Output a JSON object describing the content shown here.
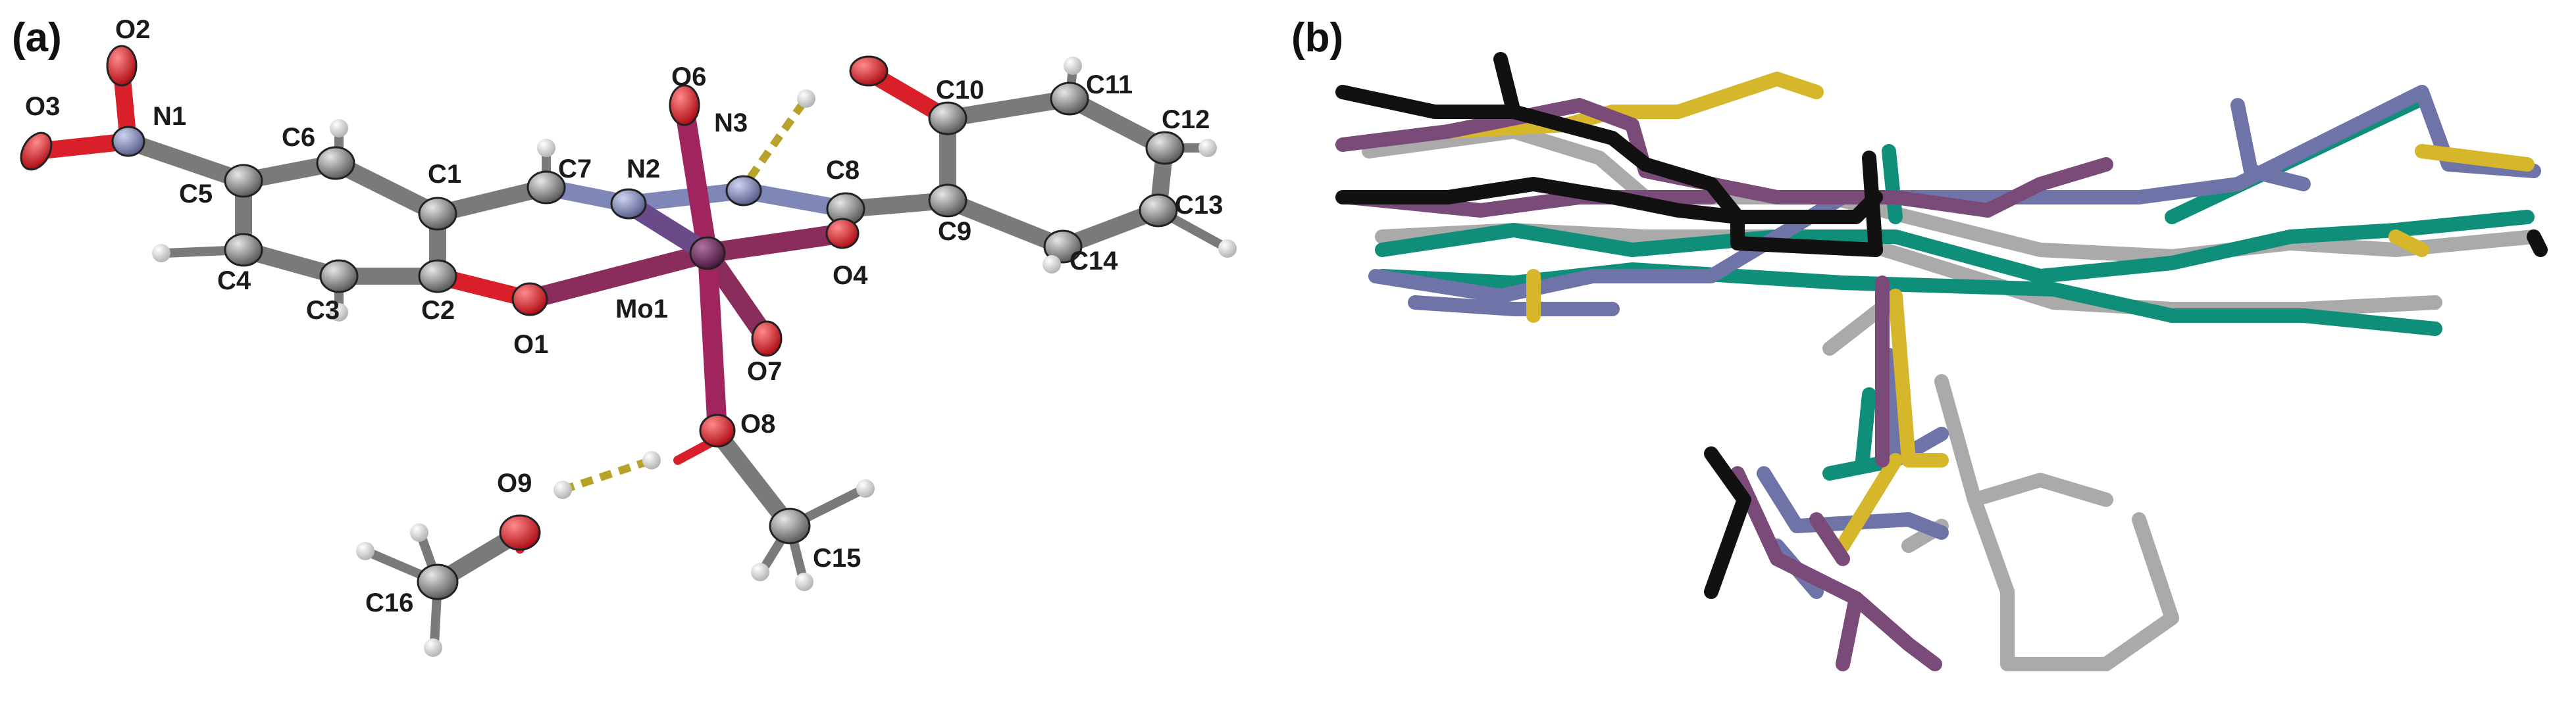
{
  "panels": {
    "a": {
      "label": "(a)"
    },
    "b": {
      "label": "(b)"
    }
  },
  "atom_labels": {
    "O2": "O2",
    "O3": "O3",
    "N1": "N1",
    "C5": "C5",
    "C6": "C6",
    "C1": "C1",
    "C7": "C7",
    "N2": "N2",
    "O6": "O6",
    "N3": "N3",
    "C8": "C8",
    "C10": "C10",
    "C11": "C11",
    "C12": "C12",
    "C13": "C13",
    "C14": "C14",
    "C9": "C9",
    "C4": "C4",
    "C3": "C3",
    "C2": "C2",
    "O1": "O1",
    "Mo1": "Mo1",
    "O4": "O4",
    "O7": "O7",
    "O8": "O8",
    "O9": "O9",
    "C15": "C15",
    "C16": "C16"
  },
  "colors": {
    "carbon": "#8c8c8c",
    "oxygen": "#d9202a",
    "nitrogen": "#7f86b8",
    "molybdenum": "#6b2a5c",
    "hydrogen": "#f2f2f2",
    "hbond": "#b8a32a",
    "overlay_black": "#111111",
    "overlay_gold": "#d6b62a",
    "overlay_purple": "#7a4a78",
    "overlay_teal": "#0f8f7a",
    "overlay_slate": "#6e74a8",
    "overlay_gray": "#aaaaaa"
  }
}
